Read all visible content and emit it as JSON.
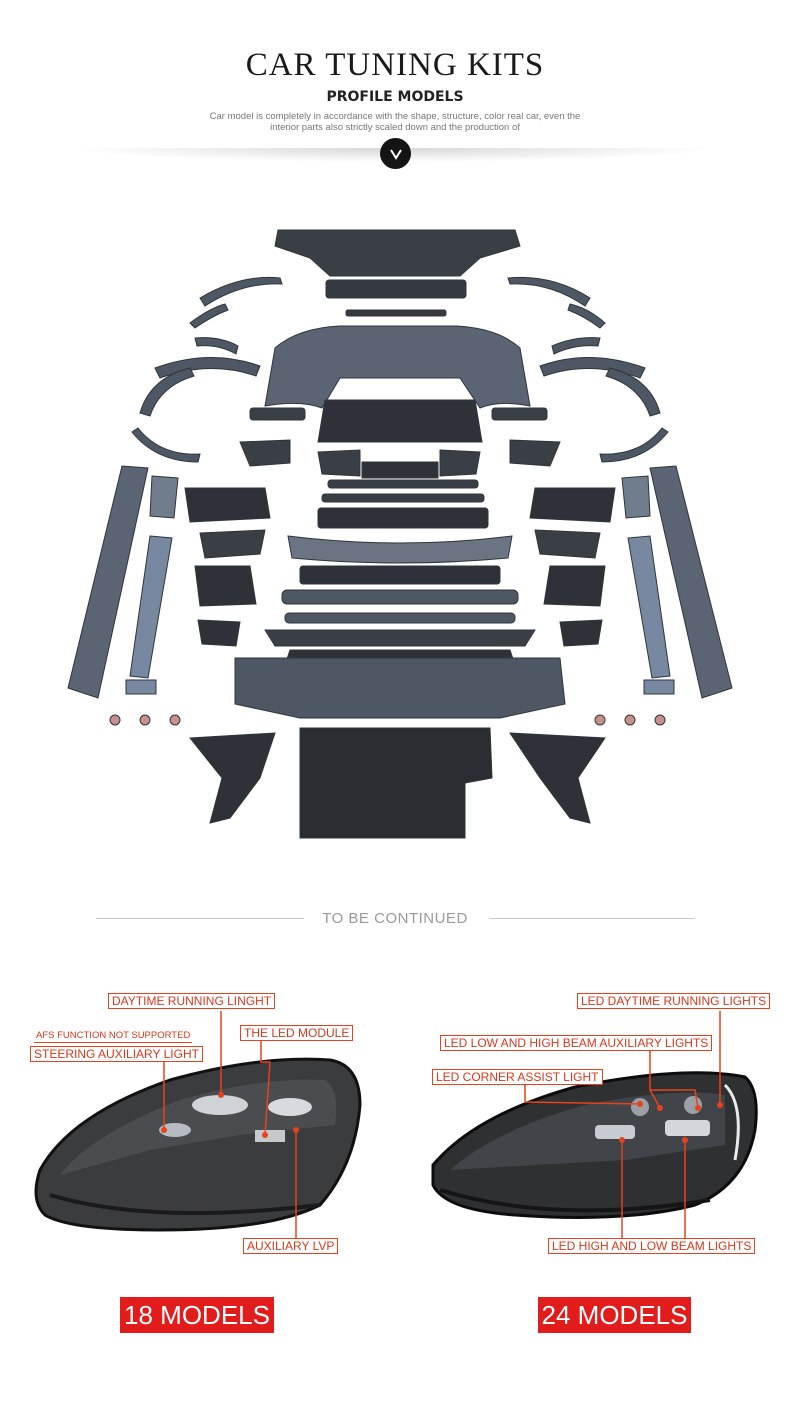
{
  "header": {
    "title": "CAR TUNING KITS",
    "subtitle": "PROFILE MODELS",
    "description": "Car model is completely in accordance with the shape, structure, color real car, even the interior parts also strictly scaled down and the production of"
  },
  "divider": {
    "text": "TO BE CONTINUED"
  },
  "left_lamp": {
    "callouts": {
      "drl": "DAYTIME RUNNING LINGHT",
      "afs": "AFS FUNCTION NOT SUPPORTED",
      "steering": "STEERING AUXILIARY LIGHT",
      "led_module": "THE LED MODULE",
      "aux_lvp": "AUXILIARY LVP"
    },
    "badge": "18 MODELS"
  },
  "right_lamp": {
    "callouts": {
      "led_drl": "LED DAYTIME RUNNING LIGHTS",
      "led_aux": "LED LOW AND HIGH BEAM AUXILIARY LIGHTS",
      "corner": "LED CORNER ASSIST LIGHT",
      "beam": "LED HIGH AND LOW BEAM LIGHTS"
    },
    "badge": "24 MODELS"
  },
  "colors": {
    "accent": "#e8421c",
    "badge": "#e21b1b",
    "part": "#4e5864",
    "dark_part": "#2a2d31"
  }
}
